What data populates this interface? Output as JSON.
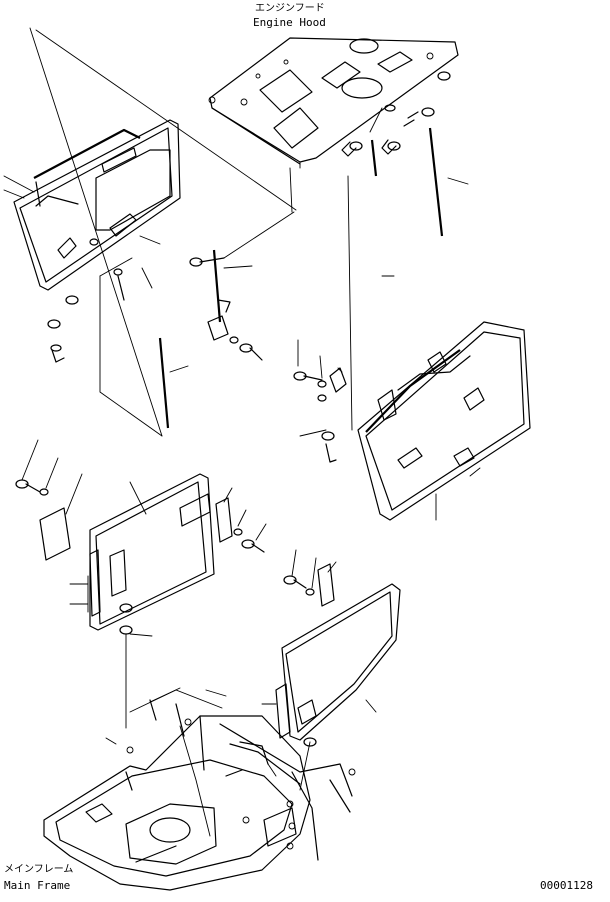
{
  "labels": {
    "engine_hood_jp": "エンジンフード",
    "engine_hood_en": "Engine Hood",
    "main_frame_jp": "メインフレーム",
    "main_frame_en": "Main Frame",
    "drawing_number": "00001128"
  }
}
